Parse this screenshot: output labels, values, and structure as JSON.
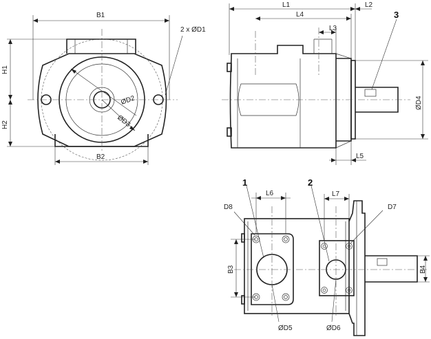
{
  "labels": {
    "B1": "B1",
    "B2": "B2",
    "H1": "H1",
    "H2": "H2",
    "D1": "2 x ØD1",
    "D2": "ØD2",
    "D3": "ØD3",
    "L1": "L1",
    "L2": "L2",
    "L3": "L3",
    "L4": "L4",
    "L5": "L5",
    "D4": "ØD4",
    "L6": "L6",
    "L7": "L7",
    "D8": "D8",
    "D7": "D7",
    "B3": "B3",
    "B4": "B4",
    "D5": "ØD5",
    "D6": "ØD6"
  },
  "callouts": {
    "c1": "1",
    "c2": "2",
    "c3": "3"
  }
}
